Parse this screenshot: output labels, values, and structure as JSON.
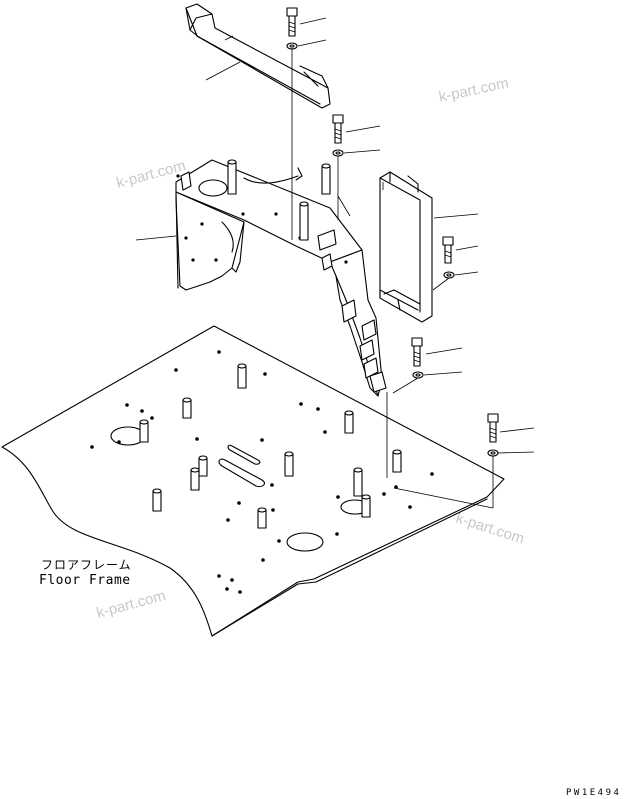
{
  "labels": {
    "part_jp": "フロアフレーム",
    "part_en": "Floor Frame",
    "drawing_code": "PW1E494"
  },
  "watermarks": [
    "k-part.com",
    "k-part.com",
    "k-part.com",
    "k-part.com"
  ],
  "colors": {
    "line": "#000000",
    "background": "#ffffff",
    "watermark": "#c8c8c8"
  }
}
